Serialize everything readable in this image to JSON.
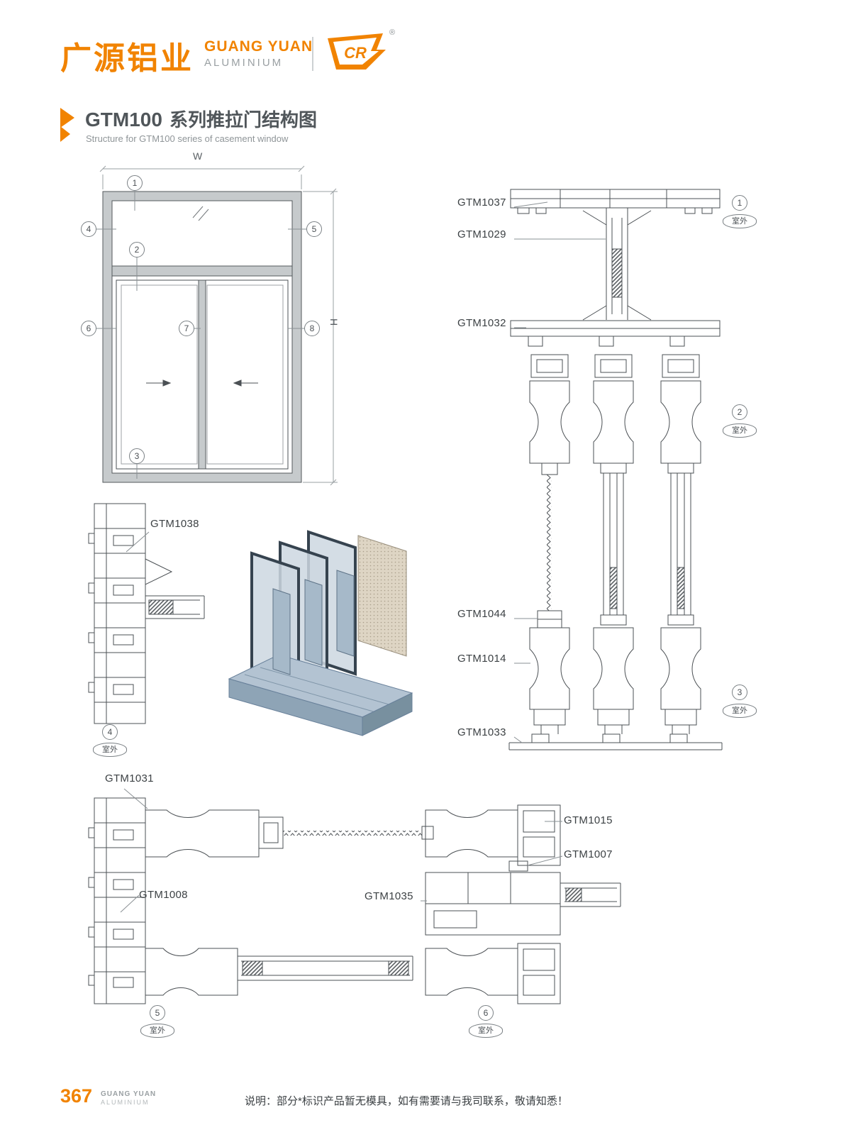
{
  "header": {
    "brand_cn": "广源铝业",
    "brand_en": "GUANG YUAN",
    "brand_sub": "ALUMINIUM",
    "logo_mark": "CR",
    "registered": "®"
  },
  "title": {
    "series": "GTM100",
    "cn": "系列推拉门结构图",
    "en": "Structure for GTM100 series of casement window"
  },
  "elevation": {
    "dim_w": "W",
    "dim_h": "H",
    "callouts": [
      "1",
      "2",
      "3",
      "4",
      "5",
      "6",
      "7",
      "8"
    ]
  },
  "labels": {
    "gtm1037": "GTM1037",
    "gtm1029": "GTM1029",
    "gtm1032": "GTM1032",
    "gtm1044": "GTM1044",
    "gtm1014": "GTM1014",
    "gtm1033": "GTM1033",
    "gtm1038": "GTM1038",
    "gtm1031": "GTM1031",
    "gtm1008": "GTM1008",
    "gtm1015": "GTM1015",
    "gtm1007": "GTM1007",
    "gtm1035": "GTM1035"
  },
  "section_callouts": [
    {
      "num": "1",
      "badge": "室外"
    },
    {
      "num": "2",
      "badge": "室外"
    },
    {
      "num": "3",
      "badge": "室外"
    },
    {
      "num": "4",
      "badge": "室外"
    },
    {
      "num": "5",
      "badge": "室外"
    },
    {
      "num": "6",
      "badge": "室外"
    }
  ],
  "footer": {
    "page_number": "367",
    "brand_en": "GUANG YUAN",
    "brand_sub": "ALUMINIUM",
    "note": "说明：部分*标识产品暂无模具，如有需要请与我司联系，敬请知悉！"
  },
  "colors": {
    "accent": "#f18300",
    "line": "#4b5054",
    "frame_fill": "#c6cacc"
  }
}
